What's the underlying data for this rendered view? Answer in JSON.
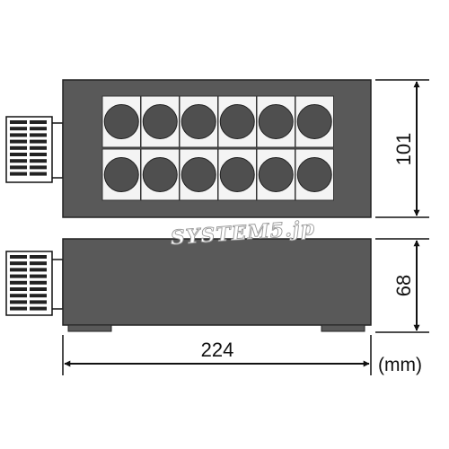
{
  "dimensions": {
    "height_top": "101",
    "height_side": "68",
    "width": "224",
    "unit": "(mm)"
  },
  "watermark": {
    "text": "SYSTEM5.jp"
  },
  "top_view": {
    "socket_rows": 2,
    "socket_columns": 6
  },
  "colors": {
    "box_fill": "#595959",
    "box_stroke": "#222222",
    "socket_panel": "#f4f4f4",
    "socket_circle": "#4f4f4f",
    "line": "#111111"
  }
}
